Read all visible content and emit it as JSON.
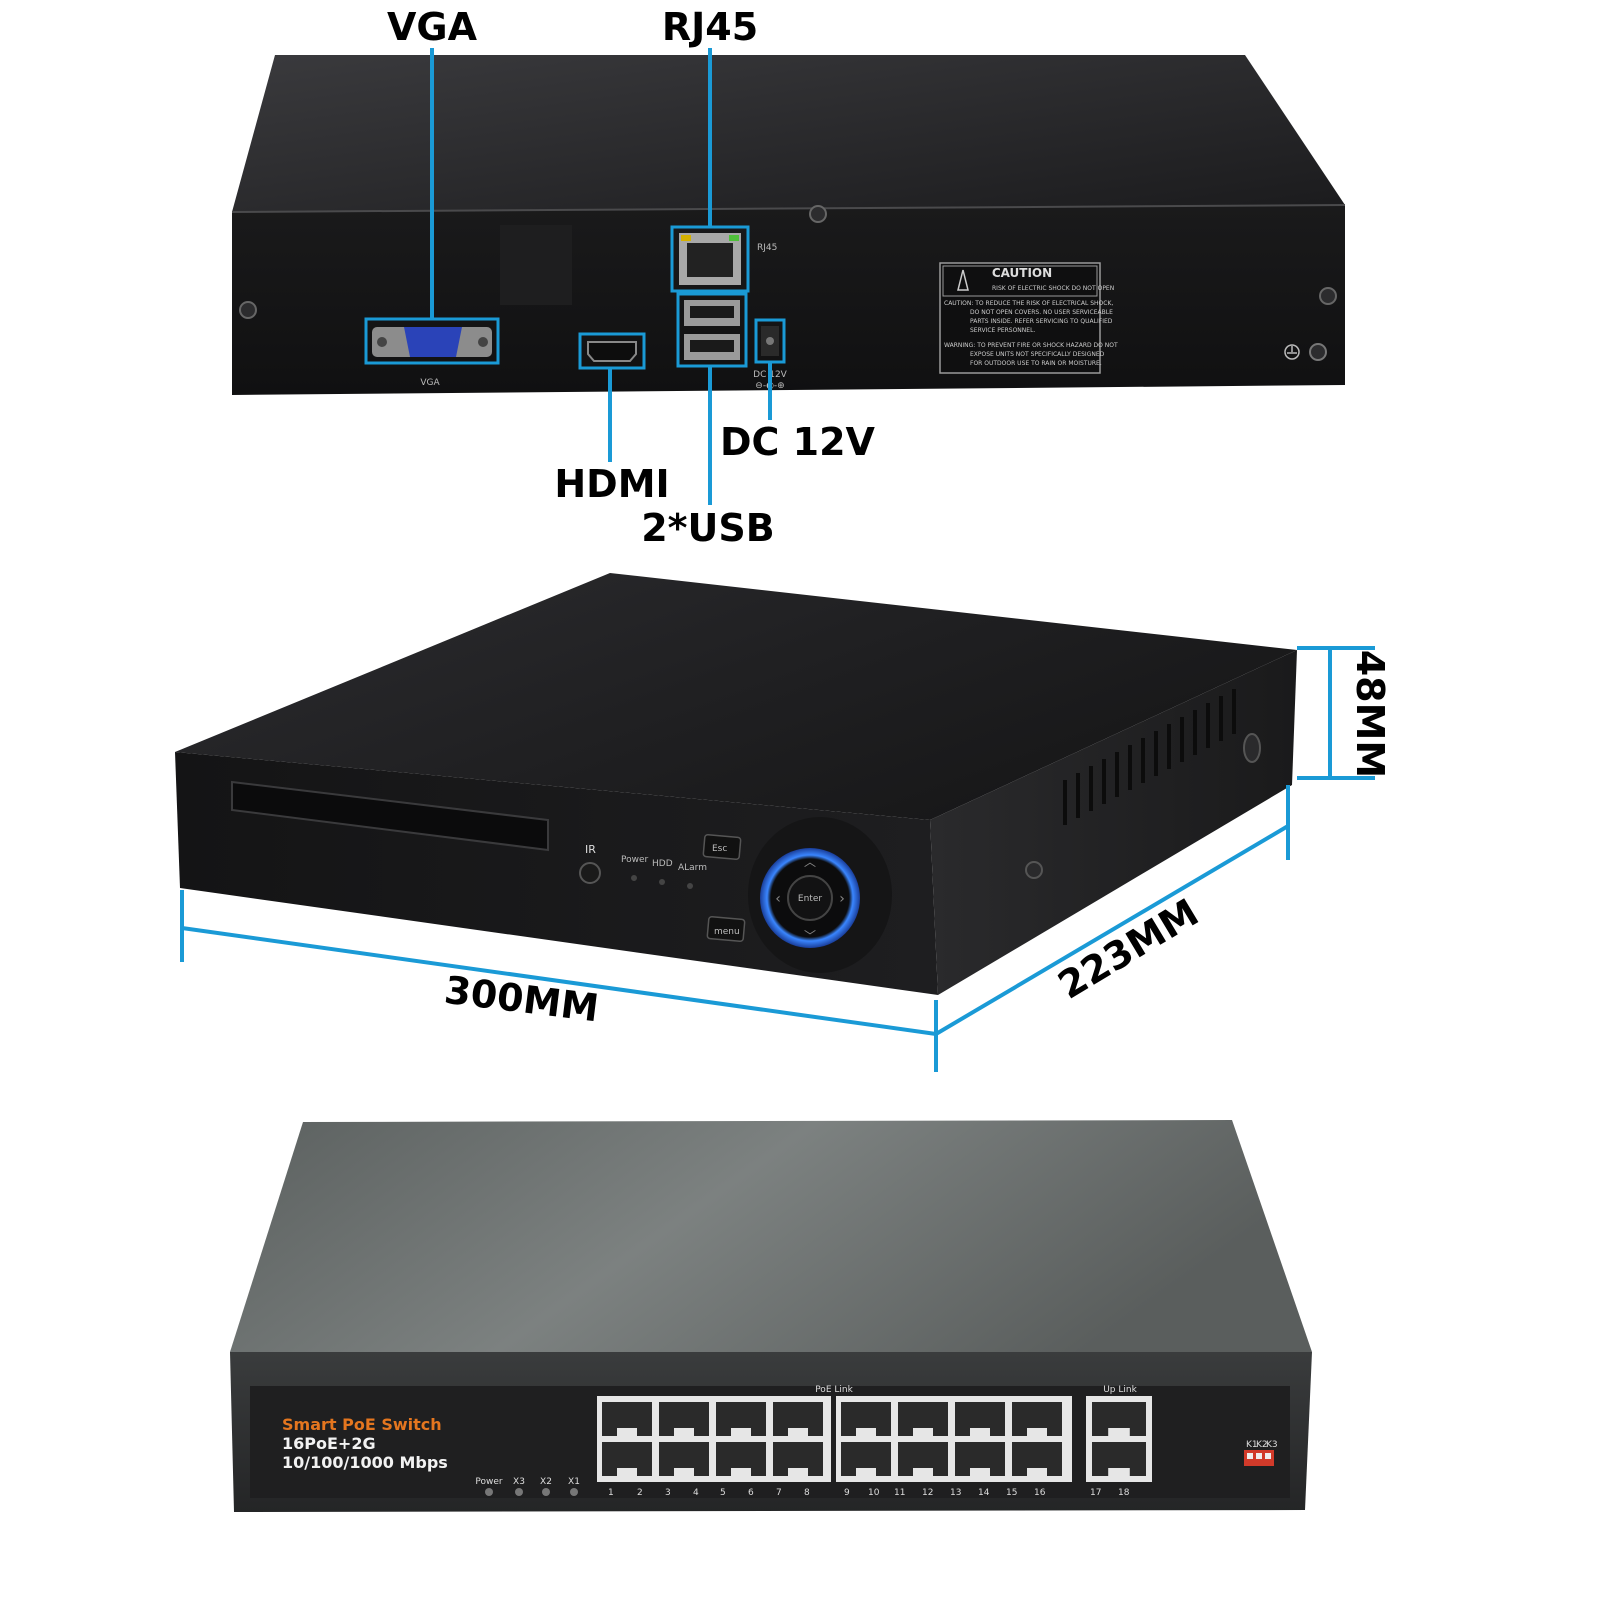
{
  "callouts": {
    "vga": "VGA",
    "rj45": "RJ45",
    "hdmi": "HDMI",
    "usb": "2*USB",
    "dc": "DC 12V"
  },
  "rear_panel": {
    "vga_label": "VGA",
    "rj45_label": "RJ45",
    "dc_label": "DC 12V",
    "caution_title": "CAUTION",
    "caution_lines": [
      "RISK OF ELECTRIC SHOCK DO NOT OPEN",
      "CAUTION: TO REDUCE THE RISK OF ELECTRICAL SHOCK,",
      "DO NOT OPEN COVERS. NO USER SERVICEABLE",
      "PARTS INSIDE. REFER SERVICING TO QUALIFIED",
      "SERVICE PERSONNEL.",
      "WARNING: TO PREVENT FIRE OR SHOCK HAZARD DO NOT",
      "EXPOSE UNITS NOT SPECIFICALLY DESIGNED",
      "FOR OUTDOOR USE TO RAIN OR MOISTURE."
    ]
  },
  "front_panel": {
    "ir": "IR",
    "power": "Power",
    "hdd": "HDD",
    "alarm": "ALarm",
    "esc": "Esc",
    "enter": "Enter",
    "menu": "menu"
  },
  "dimensions": {
    "width": "300MM",
    "depth": "223MM",
    "height": "48MM"
  },
  "switch": {
    "title": "Smart PoE Switch",
    "model": "16PoE+2G",
    "speed": "10/100/1000 Mbps",
    "poe_link": "PoE Link",
    "up_link": "Up Link",
    "led_labels": [
      "Power",
      "X3",
      "X2",
      "X1"
    ],
    "port_labels": [
      "1",
      "2",
      "3",
      "4",
      "5",
      "6",
      "7",
      "8",
      "9",
      "10",
      "11",
      "12",
      "13",
      "14",
      "15",
      "16",
      "17",
      "18"
    ],
    "dip_labels": [
      "K1",
      "K2",
      "K3"
    ]
  },
  "colors": {
    "callout_line": "#1a9ad6",
    "highlight_box": "#1a9ad6",
    "device_body": "#1e1e20",
    "switch_front": "#2a2a2c",
    "switch_orange": "#e4761f",
    "enter_ring": "#2f6fe0"
  }
}
